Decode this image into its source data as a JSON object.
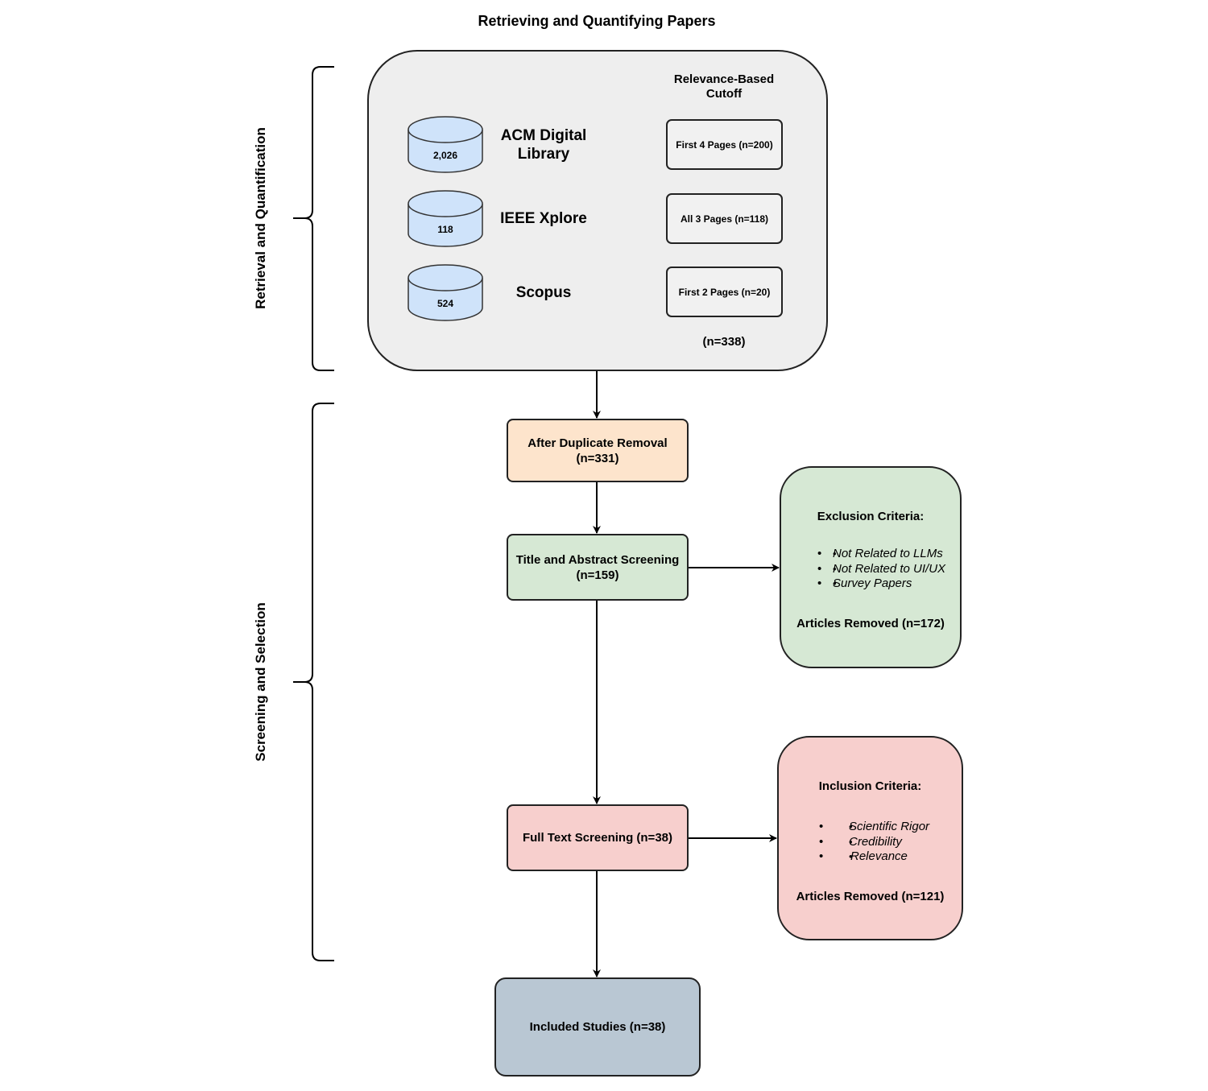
{
  "title": "Retrieving and Quantifying Papers",
  "sections": {
    "retrieval": "Retrieval and Quantification",
    "screening": "Screening and Selection"
  },
  "databases": [
    {
      "name": "ACM Digital Library",
      "count": "2,026",
      "cutoff": "First 4 Pages (n=200)"
    },
    {
      "name": "IEEE Xplore",
      "count": "118",
      "cutoff": "All 3 Pages (n=118)"
    },
    {
      "name": "Scopus",
      "count": "524",
      "cutoff": "First 2 Pages (n=20)"
    }
  ],
  "cutoff_header": "Relevance-Based Cutoff",
  "cutoff_total": "(n=338)",
  "steps": {
    "duplicate": "After Duplicate Removal (n=331)",
    "title_abstract": "Title and Abstract Screening (n=159)",
    "full_text": "Full Text Screening (n=38)",
    "included": "Included Studies (n=38)"
  },
  "exclusion": {
    "header": "Exclusion Criteria:",
    "items": [
      "Not Related to LLMs",
      "Not Related to UI/UX",
      "Survey Papers"
    ],
    "removed": "Articles Removed (n=172)"
  },
  "inclusion": {
    "header": "Inclusion Criteria:",
    "items": [
      "Scientific Rigor",
      "Credibility",
      "Relevance"
    ],
    "removed": "Articles Removed (n=121)"
  },
  "colors": {
    "outer": "#eeeeee",
    "database": "#cfe3fa",
    "duplicate": "#fde4cc",
    "screening_green": "#d6e8d4",
    "screening_red": "#f7cfcd",
    "included": "#b9c7d3"
  }
}
